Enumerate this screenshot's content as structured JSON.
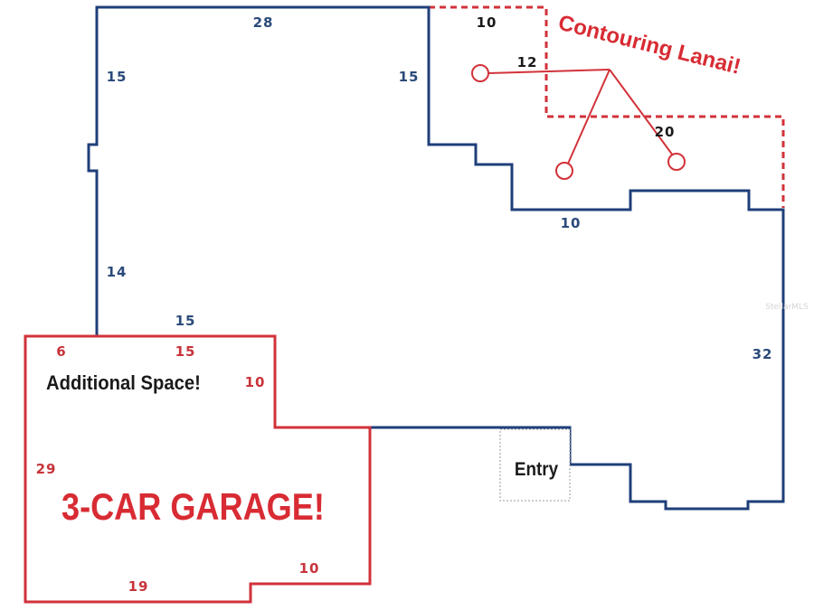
{
  "colors": {
    "house_outline": "#1f3f7a",
    "garage_outline": "#d2323a",
    "lanai_dashed": "#d2323a",
    "callout_red": "#d82b33",
    "callout_black": "#1a1a1a",
    "dimension_blue": "#2b4a7a",
    "dimension_red": "#c8343a"
  },
  "dimensions": {
    "house_top": "28",
    "house_left_upper": "15",
    "house_inner_right": "15",
    "house_left_lower": "14",
    "house_step": "15",
    "house_right": "32",
    "house_bottom_notch": "10",
    "lanai_top": "10",
    "lanai_inner": "12",
    "lanai_outer": "20",
    "garage_top_left": "6",
    "garage_top": "15",
    "garage_right_upper": "10",
    "garage_left": "29",
    "garage_bottom": "19",
    "garage_bottom_right": "10"
  },
  "callouts": {
    "lanai": "Contouring Lanai!",
    "additional_space": "Additional Space!",
    "garage": "3-CAR GARAGE!",
    "entry": "Entry"
  },
  "watermark": "StellarMLS"
}
